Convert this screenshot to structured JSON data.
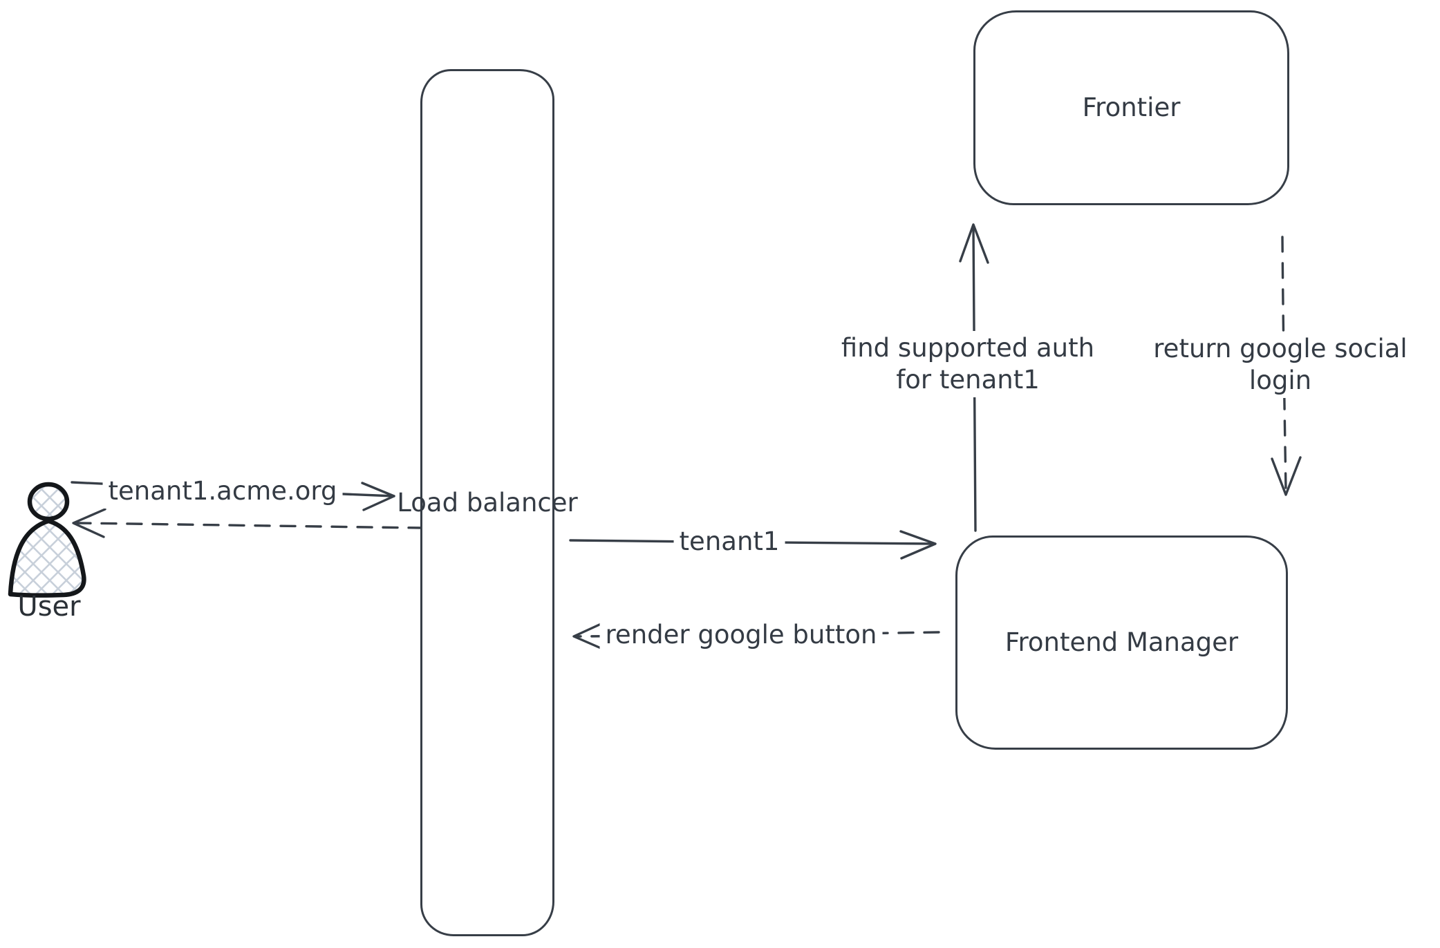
{
  "canvas": {
    "background": "#ffffff",
    "stroke_color": "#373e47",
    "text_color": "#343b44",
    "hatch_color": "#c8d0da"
  },
  "nodes": {
    "user": {
      "label": "User"
    },
    "load_balancer": {
      "line1": "Load",
      "line2": "balancer"
    },
    "frontier": {
      "label": "Frontier"
    },
    "frontend_manager": {
      "line1": "Frontend",
      "line2": "Manager"
    }
  },
  "arrows": {
    "user_to_lb": {
      "label": "tenant1.acme.org",
      "style": "solid",
      "direction": "right"
    },
    "lb_to_user": {
      "style": "dashed",
      "direction": "left"
    },
    "lb_to_fm": {
      "label": "tenant1",
      "style": "solid",
      "direction": "right"
    },
    "fm_to_lb": {
      "label": "render google button",
      "style": "dashed",
      "direction": "left"
    },
    "fm_to_frontier": {
      "label_line1": "find supported auth",
      "label_line2": "for tenant1",
      "style": "solid",
      "direction": "up"
    },
    "frontier_to_fm": {
      "label_line1": "return google social",
      "label_line2": "login",
      "style": "dashed",
      "direction": "down"
    }
  }
}
